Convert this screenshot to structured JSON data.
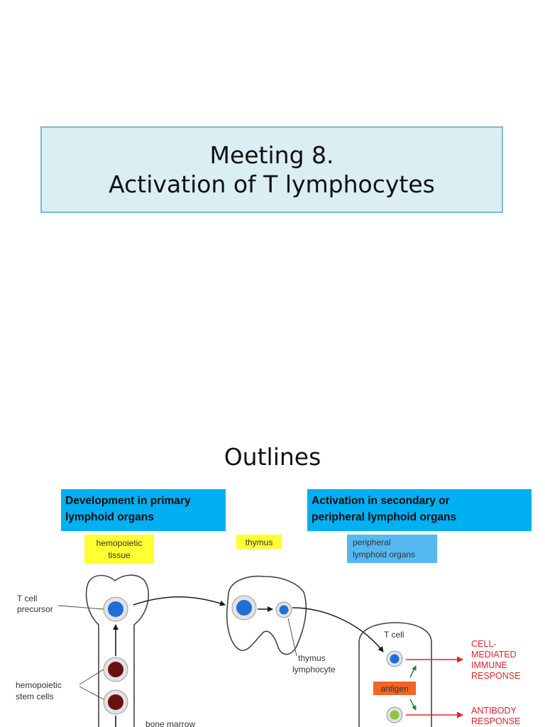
{
  "slide1": {
    "title_line1": "Meeting 8.",
    "title_line2": "Activation of T lymphocytes"
  },
  "slide2": {
    "title": "Outlines",
    "left_box": {
      "line1": "Development in primary",
      "line2": "lymphoid organs"
    },
    "right_box": {
      "line1": "Activation in secondary or",
      "line2": "peripheral lymphoid organs"
    },
    "diagram": {
      "tag_hemopoietic_line1": "hemopoietic",
      "tag_hemopoietic_line2": "tissue",
      "tag_thymus": "thymus",
      "tag_peripheral_line1": "peripheral",
      "tag_peripheral_line2": "lymphoid organs",
      "label_t_cell_precursor_line1": "T cell",
      "label_t_cell_precursor_line2": "precursor",
      "label_stem_cells_line1": "hemopoietic",
      "label_stem_cells_line2": "stem cells",
      "label_bone_marrow": "bone marrow",
      "label_thymus_lymphocyte_line1": "thymus",
      "label_thymus_lymphocyte_line2": "lymphocyte",
      "label_t_cell": "T cell",
      "label_antigen": "antigen",
      "response1_line1": "CELL-",
      "response1_line2": "MEDIATED",
      "response1_line3": "IMMUNE",
      "response1_line4": "RESPONSE",
      "response2_line1": "ANTIBODY",
      "response2_line2": "RESPONSE"
    }
  },
  "colors": {
    "title_box_fill": "#daeef3",
    "title_box_border": "#7eb9ca",
    "blue_box": "#00b0f0",
    "tag_yellow": "#ffff33",
    "tag_blue": "#55b8f0",
    "antigen_orange": "#f26522",
    "response_red": "#e8202a",
    "arrow_green": "#1a8a3a",
    "cell_blue": "#1e6fd9",
    "cell_dark_red": "#6b1010",
    "cell_green": "#8cc63f"
  }
}
